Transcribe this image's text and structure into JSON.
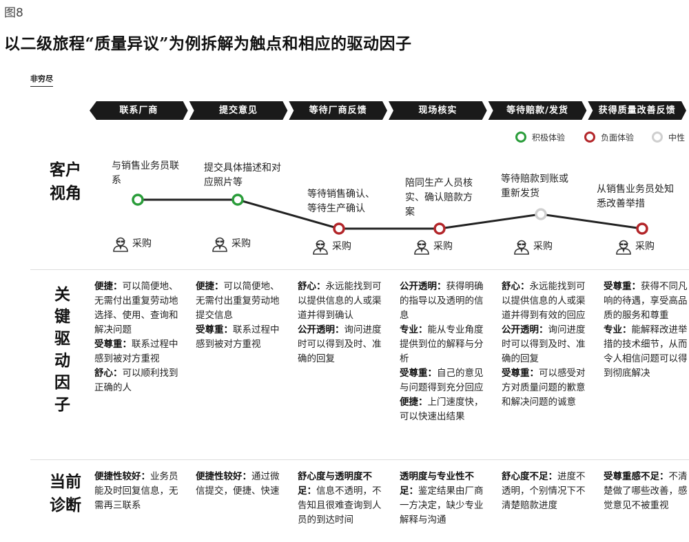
{
  "figure_label": "图8",
  "title": "以二级旅程“质量异议”为例拆解为触点和相应的驱动因子",
  "note": "非穷尽",
  "stages": [
    "联系厂商",
    "提交意见",
    "等待厂商反馈",
    "现场核实",
    "等待赔款/发货",
    "获得质量改善反馈"
  ],
  "legend": [
    {
      "label": "积极体验",
      "color": "#2a9d3a"
    },
    {
      "label": "负面体验",
      "color": "#b3262a"
    },
    {
      "label": "中性",
      "color": "#cfcfcf"
    }
  ],
  "rows": {
    "customer": "客户视角",
    "drivers": "关键驱动因子",
    "diagnosis": "当前诊断"
  },
  "touchpoints": [
    {
      "label": "与销售业务员联系",
      "sentiment": "positive",
      "role": "采购"
    },
    {
      "label": "提交具体描述和对应照片等",
      "sentiment": "positive",
      "role": "采购"
    },
    {
      "label": "等待销售确认、等待生产确认",
      "sentiment": "negative",
      "role": "采购"
    },
    {
      "label": "陪同生产人员核实、确认赔款方案",
      "sentiment": "negative",
      "role": "采购"
    },
    {
      "label": "等待赔款到账或重新发货",
      "sentiment": "neutral",
      "role": "采购"
    },
    {
      "label": "从销售业务员处知悉改善举措",
      "sentiment": "negative",
      "role": "采购"
    }
  ],
  "drivers": [
    [
      {
        "key": "便捷",
        "sep": "：",
        "text": "可以简便地、无需付出重复劳动地选择、使用、查询和解决问题"
      },
      {
        "key": "受尊重",
        "sep": "：",
        "text": "联系过程中感到被对方重视"
      },
      {
        "key": "舒心",
        "sep": "：",
        "text": "可以顺利找到正确的人"
      }
    ],
    [
      {
        "key": "便捷",
        "sep": "：",
        "text": "可以简便地、无需付出重复劳动地提交信息"
      },
      {
        "key": "受尊重",
        "sep": "：",
        "text": "联系过程中感到被对方重视"
      }
    ],
    [
      {
        "key": "舒心",
        "sep": "：",
        "text": "永远能找到可以提供信息的人或渠道并得到确认"
      },
      {
        "key": "公开透明",
        "sep": "：",
        "text": "询问进度时可以得到及时、准确的回复"
      }
    ],
    [
      {
        "key": "公开透明",
        "sep": "：",
        "text": "获得明确的指导以及透明的信息"
      },
      {
        "key": "专业",
        "sep": "：",
        "text": "能从专业角度提供到位的解释与分析"
      },
      {
        "key": "受尊重",
        "sep": "：",
        "text": "自己的意见与问题得到充分回应"
      },
      {
        "key": "便捷",
        "sep": "：",
        "text": "上门速度快，可以快速出结果"
      }
    ],
    [
      {
        "key": "舒心",
        "sep": "：",
        "text": "永远能找到可以提供信息的人或渠道并得到有效的回应"
      },
      {
        "key": "公开透明",
        "sep": "：",
        "text": "询问进度时可以得到及时、准确的回复"
      },
      {
        "key": "受尊重",
        "sep": "：",
        "text": "可以感受对方对质量问题的歉意和解决问题的诚意"
      }
    ],
    [
      {
        "key": "受尊重",
        "sep": "：",
        "text": "获得不同凡响的待遇，享受高品质的服务和尊重"
      },
      {
        "key": "专业",
        "sep": "：",
        "text": "能解释改进举措的技术细节，从而令人相信问题可以得到彻底解决"
      }
    ]
  ],
  "diagnosis": [
    {
      "key": "便捷性较好",
      "sep": "：",
      "text": "业务员能及时回复信息，无需再三联系"
    },
    {
      "key": "便捷性较好",
      "sep": "：",
      "text": "通过微信提交，便捷、快速"
    },
    {
      "key": "舒心度与透明度不足",
      "sep": "：",
      "text": "信息不透明，不告知且很难查询到人员的到达时间"
    },
    {
      "key": "透明度与专业性不足",
      "sep": "：",
      "text": "鉴定结果由厂商一方决定，缺少专业解释与沟通"
    },
    {
      "key": "舒心度不足",
      "sep": "：",
      "text": "进度不透明，个别情况下不清楚赔款进度"
    },
    {
      "key": "受尊重感不足",
      "sep": "：",
      "text": "不清楚做了哪些改善，感觉意见不被重视"
    }
  ]
}
